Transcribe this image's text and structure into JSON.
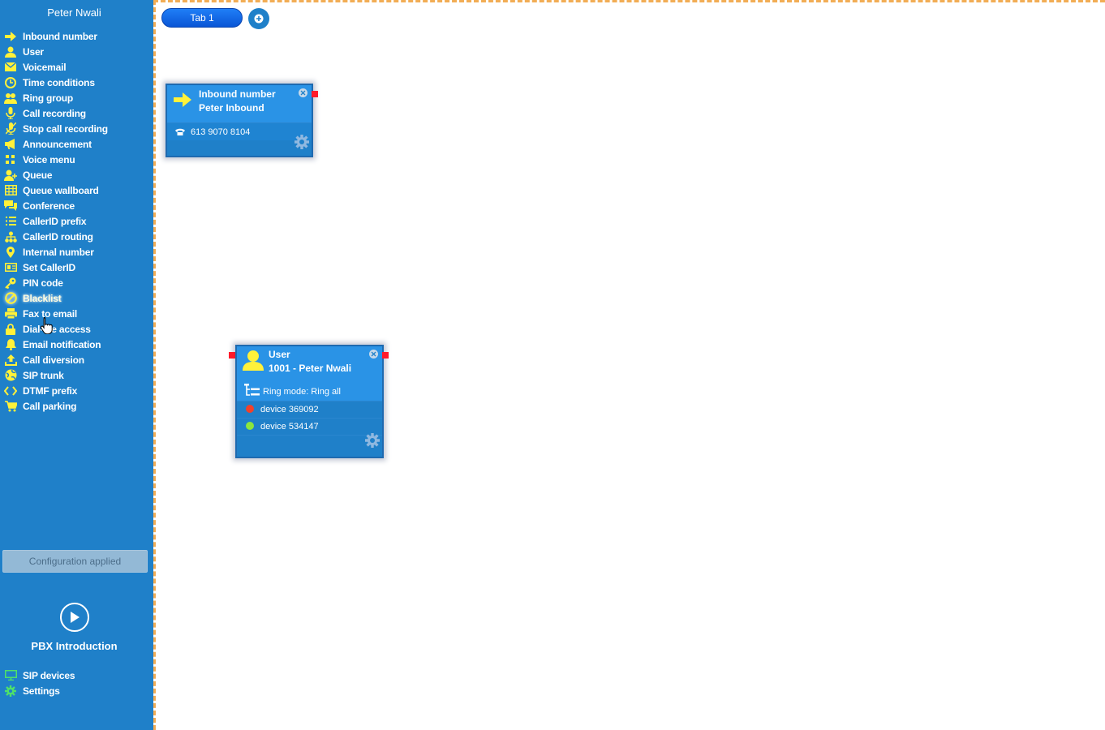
{
  "sidebar": {
    "user_name": "Peter Nwali",
    "items": [
      {
        "label": "Inbound number",
        "icon": "arrow-right-icon"
      },
      {
        "label": "User",
        "icon": "user-icon"
      },
      {
        "label": "Voicemail",
        "icon": "envelope-icon"
      },
      {
        "label": "Time conditions",
        "icon": "clock-icon"
      },
      {
        "label": "Ring group",
        "icon": "group-icon"
      },
      {
        "label": "Call recording",
        "icon": "microphone-icon"
      },
      {
        "label": "Stop call recording",
        "icon": "microphone-off-icon"
      },
      {
        "label": "Announcement",
        "icon": "megaphone-icon"
      },
      {
        "label": "Voice menu",
        "icon": "grid-icon"
      },
      {
        "label": "Queue",
        "icon": "user-plus-icon"
      },
      {
        "label": "Queue wallboard",
        "icon": "table-icon"
      },
      {
        "label": "Conference",
        "icon": "chat-icon"
      },
      {
        "label": "CallerID prefix",
        "icon": "list-icon"
      },
      {
        "label": "CallerID routing",
        "icon": "sitemap-icon"
      },
      {
        "label": "Internal number",
        "icon": "map-pin-icon"
      },
      {
        "label": "Set CallerID",
        "icon": "id-card-icon"
      },
      {
        "label": "PIN code",
        "icon": "key-icon"
      },
      {
        "label": "Blacklist",
        "icon": "ban-icon"
      },
      {
        "label": "Fax to email",
        "icon": "fax-icon"
      },
      {
        "label": "Dial-ine access",
        "icon": "lock-icon"
      },
      {
        "label": "Email notification",
        "icon": "bell-icon"
      },
      {
        "label": "Call diversion",
        "icon": "upload-icon"
      },
      {
        "label": "SIP trunk",
        "icon": "globe-icon"
      },
      {
        "label": "DTMF prefix",
        "icon": "code-icon"
      },
      {
        "label": "Call parking",
        "icon": "cart-icon"
      }
    ],
    "config_status": "Configuration applied",
    "intro_label": "PBX Introduction",
    "bottom_items": [
      {
        "label": "SIP devices",
        "icon": "monitor-icon"
      },
      {
        "label": "Settings",
        "icon": "gear-icon"
      }
    ]
  },
  "canvas": {
    "tabs": [
      {
        "label": "Tab 1"
      }
    ],
    "nodes": {
      "inbound": {
        "type_label": "Inbound number",
        "name": "Peter Inbound",
        "number": "613 9070 8104"
      },
      "user": {
        "type_label": "User",
        "name": "1001 - Peter Nwali",
        "ring_mode": "Ring mode: Ring all",
        "devices": [
          {
            "label": "device 369092",
            "status_color": "#f2412a"
          },
          {
            "label": "device 534147",
            "status_color": "#8ce63c"
          }
        ]
      }
    }
  },
  "colors": {
    "sidebar_bg": "#1f80c9",
    "icon_yellow": "#fff13a",
    "icon_green": "#4ee06a",
    "port_red": "#ff1a2a",
    "canvas_border": "#f2ad55"
  }
}
